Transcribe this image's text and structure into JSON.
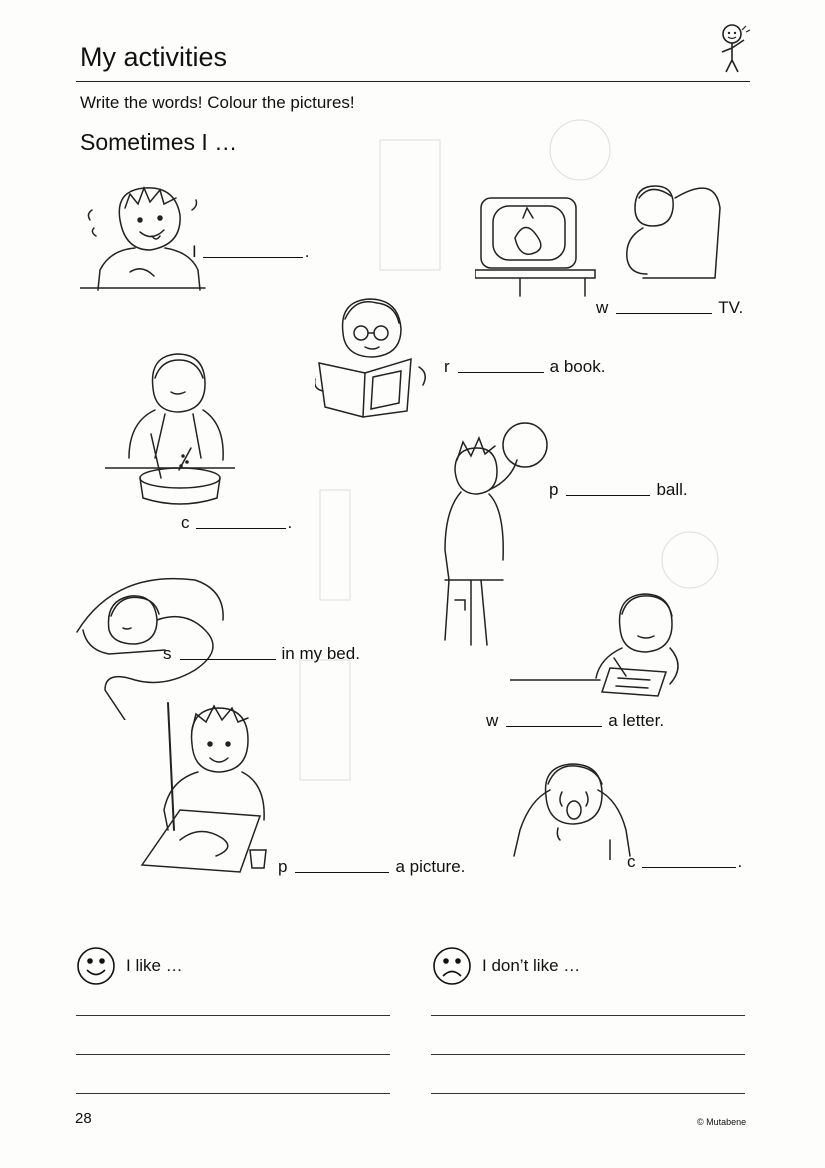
{
  "header": {
    "title": "My activities",
    "instruction": "Write the words! Colour the pictures!",
    "subtitle": "Sometimes I …"
  },
  "exercises": [
    {
      "id": "eat",
      "prefix": "I",
      "suffix": "."
    },
    {
      "id": "watch",
      "prefix": "w",
      "suffix": "TV."
    },
    {
      "id": "read",
      "prefix": "r",
      "suffix": "a book."
    },
    {
      "id": "cook",
      "prefix": "c",
      "suffix": "."
    },
    {
      "id": "play",
      "prefix": "p",
      "suffix": "ball."
    },
    {
      "id": "sleep",
      "prefix": "s",
      "suffix": "in my bed."
    },
    {
      "id": "write",
      "prefix": "w",
      "suffix": "a letter."
    },
    {
      "id": "paint",
      "prefix": "p",
      "suffix": "a picture."
    },
    {
      "id": "cry",
      "prefix": "c",
      "suffix": "."
    }
  ],
  "likes": {
    "label": "I like …",
    "icon": "smiley-face-icon"
  },
  "dislikes": {
    "label": "I don’t like …",
    "icon": "sad-face-icon"
  },
  "footer": {
    "page_number": "28",
    "copyright": "© Mutabene"
  }
}
